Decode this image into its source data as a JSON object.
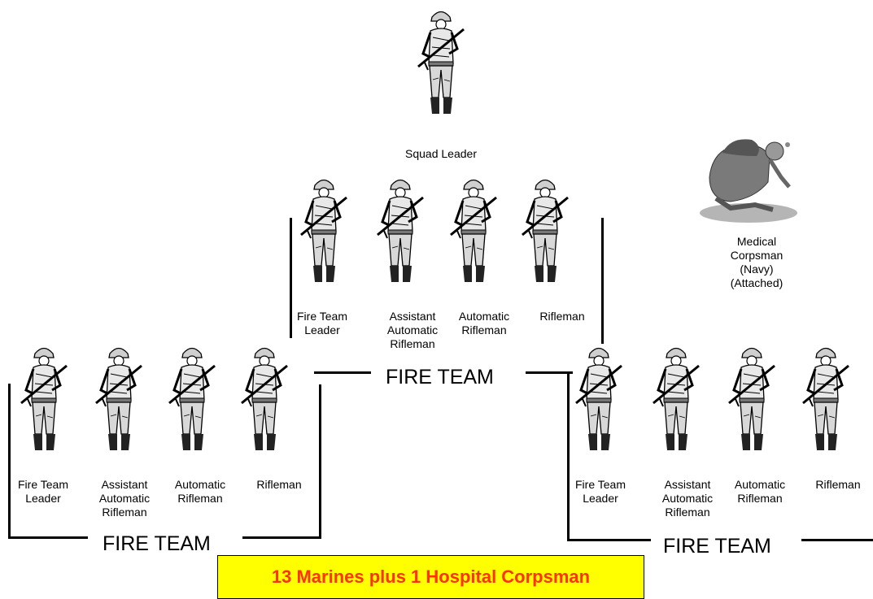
{
  "squad_leader": {
    "label": "Squad Leader"
  },
  "corpsman": {
    "lines": [
      "Medical",
      "Corpsman",
      "(Navy)",
      "(Attached)"
    ]
  },
  "teams": [
    {
      "title": "FIRE TEAM",
      "members": [
        {
          "lines": [
            "Fire Team",
            "Leader"
          ]
        },
        {
          "lines": [
            "Assistant",
            "Automatic",
            "Rifleman"
          ]
        },
        {
          "lines": [
            "Automatic",
            "Rifleman"
          ]
        },
        {
          "lines": [
            "Rifleman"
          ]
        }
      ]
    },
    {
      "title": "FIRE TEAM",
      "members": [
        {
          "lines": [
            "Fire Team",
            "Leader"
          ]
        },
        {
          "lines": [
            "Assistant",
            "Automatic",
            "Rifleman"
          ]
        },
        {
          "lines": [
            "Automatic",
            "Rifleman"
          ]
        },
        {
          "lines": [
            "Rifleman"
          ]
        }
      ]
    },
    {
      "title": "FIRE TEAM",
      "members": [
        {
          "lines": [
            "Fire Team",
            "Leader"
          ]
        },
        {
          "lines": [
            "Assistant",
            "Automatic",
            "Rifleman"
          ]
        },
        {
          "lines": [
            "Automatic",
            "Rifleman"
          ]
        },
        {
          "lines": [
            "Rifleman"
          ]
        }
      ]
    }
  ],
  "banner": {
    "text": "13 Marines plus 1 Hospital Corpsman",
    "bg_color": "#ffff00",
    "text_color": "#ff3300"
  },
  "icons": {
    "marine": "marine-rifleman-icon",
    "corpsman": "kneeling-corpsman-icon"
  }
}
